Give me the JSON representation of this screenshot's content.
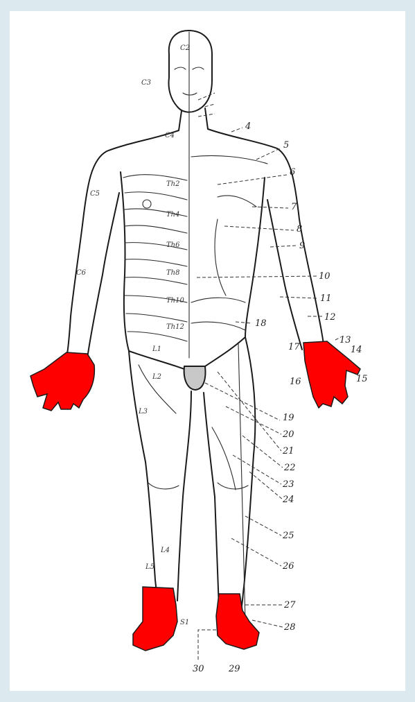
{
  "diagram": {
    "colors": {
      "background": "#dce9ef",
      "panel": "#ffffff",
      "line": "#1a1a1a",
      "highlight": "#ff0000"
    },
    "highlighted_zones": [
      "left-hand",
      "right-hand",
      "left-foot",
      "right-foot"
    ],
    "segment_marks": [
      "C2",
      "C3",
      "C4",
      "C5",
      "C6",
      "Th2",
      "Th4",
      "Th6",
      "Th8",
      "Th10",
      "Th12",
      "L1",
      "L2",
      "L3",
      "L4",
      "L5",
      "S1"
    ],
    "labels": [
      "4",
      "5",
      "6",
      "7",
      "8",
      "9",
      "10",
      "11",
      "12",
      "13",
      "14",
      "15",
      "16",
      "17",
      "18",
      "19",
      "20",
      "21",
      "22",
      "23",
      "24",
      "25",
      "26",
      "27",
      "28",
      "29",
      "30"
    ]
  }
}
